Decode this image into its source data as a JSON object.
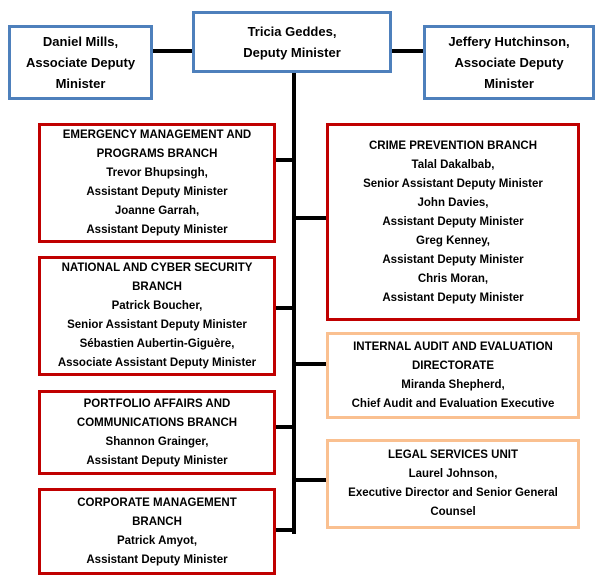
{
  "colors": {
    "executive_border": "#4E80BC",
    "branch_border": "#C00000",
    "directorate_border": "#FAC090",
    "connector": "#000000",
    "text": "#000000",
    "background": "#FFFFFF"
  },
  "executive": {
    "left": {
      "lines": [
        "Daniel Mills,",
        "Associate Deputy",
        "Minister"
      ]
    },
    "center": {
      "lines": [
        "Tricia Geddes,",
        "Deputy Minister"
      ]
    },
    "right": {
      "lines": [
        "Jeffery Hutchinson,",
        "Associate Deputy",
        "Minister"
      ]
    }
  },
  "left_column": [
    {
      "id": "emergency-management-and-programs-branch",
      "lines": [
        "EMERGENCY MANAGEMENT AND",
        "PROGRAMS BRANCH",
        "Trevor Bhupsingh,",
        "Assistant Deputy Minister",
        "Joanne Garrah,",
        "Assistant Deputy Minister"
      ]
    },
    {
      "id": "national-and-cyber-security-branch",
      "lines": [
        "NATIONAL AND CYBER SECURITY",
        "BRANCH",
        "Patrick Boucher,",
        "Senior Assistant Deputy Minister",
        "Sébastien Aubertin-Giguère,",
        "Associate Assistant Deputy Minister"
      ]
    },
    {
      "id": "portfolio-affairs-and-communications-branch",
      "lines": [
        "PORTFOLIO AFFAIRS AND",
        "COMMUNICATIONS BRANCH",
        "Shannon Grainger,",
        "Assistant Deputy Minister"
      ]
    },
    {
      "id": "corporate-management-branch",
      "lines": [
        "CORPORATE MANAGEMENT",
        "BRANCH",
        "Patrick Amyot,",
        "Assistant Deputy Minister"
      ]
    }
  ],
  "right_column": [
    {
      "id": "crime-prevention-branch",
      "lines": [
        "CRIME PREVENTION BRANCH",
        "Talal Dakalbab,",
        "Senior Assistant Deputy Minister",
        "John Davies,",
        "Assistant Deputy Minister",
        "Greg Kenney,",
        "Assistant Deputy Minister",
        "Chris Moran,",
        "Assistant Deputy Minister"
      ]
    },
    {
      "id": "internal-audit-and-evaluation-directorate",
      "lines": [
        "INTERNAL AUDIT AND EVALUATION",
        "DIRECTORATE",
        "Miranda Shepherd,",
        "Chief Audit and Evaluation Executive"
      ]
    },
    {
      "id": "legal-services-unit",
      "lines": [
        "LEGAL SERVICES UNIT",
        "Laurel Johnson,",
        "Executive Director and Senior General",
        "Counsel"
      ]
    }
  ]
}
